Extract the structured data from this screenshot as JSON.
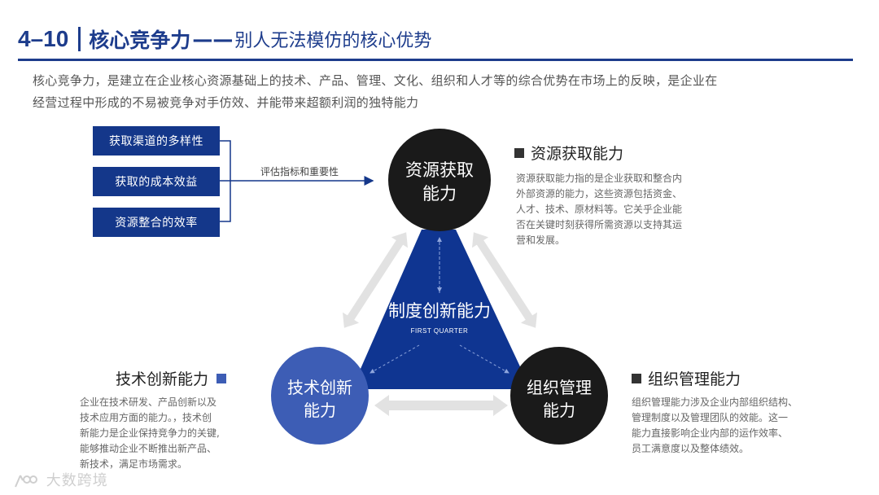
{
  "title": {
    "number": "4–10",
    "main": "核心竞争力",
    "dash": "——",
    "sub": "别人无法模仿的核心优势"
  },
  "intro": {
    "line1": "核心竞争力，是建立在企业核心资源基础上的技术、产品、管理、文化、组织和人才等的综合优势在市场上的反映，是企业在",
    "line2": "经营过程中形成的不易被竞争对手仿效、并能带来超额利润的独特能力"
  },
  "left_boxes": [
    "获取渠道的多样性",
    "获取的成本效益",
    "资源整合的效率"
  ],
  "eval_label": "评估指标和重要性",
  "circles": {
    "top": {
      "line1": "资源获取",
      "line2": "能力"
    },
    "left": {
      "line1": "技术创新",
      "line2": "能力"
    },
    "right": {
      "line1": "组织管理",
      "line2": "能力"
    }
  },
  "center": {
    "label": "制度创新能力",
    "sub": "FIRST QUARTER"
  },
  "sections": {
    "resource": {
      "heading": "资源获取能力",
      "lines": [
        "资源获取能力指的是企业获取和整合内",
        "外部资源的能力，这些资源包括资金、",
        "人才、技术、原材料等。它关乎企业能",
        "否在关键时刻获得所需资源以支持其运",
        "营和发展。"
      ]
    },
    "tech": {
      "heading": "技术创新能力",
      "lines": [
        "企业在技术研发、产品创新以及",
        "技术应用方面的能力。，技术创",
        "新能力是企业保持竞争力的关键,",
        "能够推动企业不断推出新产品、",
        "新技术，满足市场需求。"
      ]
    },
    "org": {
      "heading": "组织管理能力",
      "lines": [
        "组织管理能力涉及企业内部组织结构、",
        "管理制度以及管理团队的效能。这一",
        "能力直接影响企业内部的运作效率、",
        "员工满意度以及整体绩效。"
      ]
    }
  },
  "watermark": "大数跨境",
  "colors": {
    "navy": "#14378a",
    "title_blue": "#1d3c8c",
    "triangle": "#0f3591",
    "circle_dark": "#1a1a1a",
    "circle_blue": "#3d5db5",
    "arrow_gray": "#e2e2e2"
  }
}
